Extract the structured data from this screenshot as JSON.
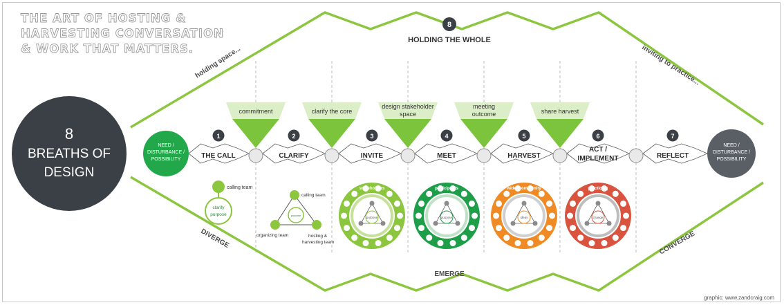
{
  "title_lines": [
    "THE ART OF HOSTING &",
    "HARVESTING CONVERSATION",
    "& WORK THAT MATTERS."
  ],
  "holding": {
    "number": "8",
    "label": "HOLDING THE WHOLE"
  },
  "envelope": {
    "holding_space": "holding space...",
    "inviting_to_practice": "inviting to practice...",
    "diverge": "DIVERGE",
    "emerge": "EMERGE",
    "converge": "CONVERGE"
  },
  "center_circle": {
    "line1": "8",
    "line2": "BREATHS OF",
    "line3": "DESIGN"
  },
  "start_node": {
    "line1": "NEED /",
    "line2": "DISTURBANCE /",
    "line3": "POSSIBILITY",
    "color": "#22a84a"
  },
  "end_node": {
    "line1": "NEED /",
    "line2": "DISTURBANCE /",
    "line3": "POSSIBILITY",
    "color": "#5a5f66"
  },
  "steps": [
    {
      "number": "1",
      "label": "THE CALL"
    },
    {
      "number": "2",
      "label": "CLARIFY"
    },
    {
      "number": "3",
      "label": "INVITE"
    },
    {
      "number": "4",
      "label": "MEET"
    },
    {
      "number": "5",
      "label": "HARVEST"
    },
    {
      "number": "6",
      "label": "ACT /",
      "label2": "IMPLEMENT"
    },
    {
      "number": "7",
      "label": "REFLECT"
    }
  ],
  "funnels": [
    {
      "line1": "commitment",
      "line2": ""
    },
    {
      "line1": "clarify the core",
      "line2": ""
    },
    {
      "line1": "design stakeholder",
      "line2": "space"
    },
    {
      "line1": "meeting",
      "line2": "outcome"
    },
    {
      "line1": "share harvest",
      "line2": ""
    }
  ],
  "call_diagram": {
    "team": "calling team",
    "purpose_line1": "clarify",
    "purpose_line2": "purpose"
  },
  "clarify_diagram": {
    "calling": "calling team",
    "organizing": "organizing team",
    "hosting_line1": "hosting &",
    "hosting_line2": "harvesting team",
    "center": "purpose"
  },
  "rings": [
    {
      "label": "stakeholders",
      "center": "purpose",
      "ring_color": "#8cc63f",
      "inner_color": "#c5e19a"
    },
    {
      "label": "participants",
      "center": "purpose",
      "ring_color": "#1f9e4a",
      "inner_color": "#bfe2c7"
    },
    {
      "label": "wider community",
      "center": "ideas",
      "ring_color": "#f08a24",
      "inner_color": "#cfcfcf"
    },
    {
      "label": "practicing",
      "center": "change",
      "ring_color": "#d9543f",
      "inner_color": "#bdbdbd"
    }
  ],
  "credit": "graphic: www.zandcraig.com",
  "colors": {
    "green_line": "#8cc63f",
    "funnel": "#7cc43c",
    "funnel_light": "#dbeec7",
    "dark": "#3b4047",
    "grey_line": "#9a9a9a"
  }
}
